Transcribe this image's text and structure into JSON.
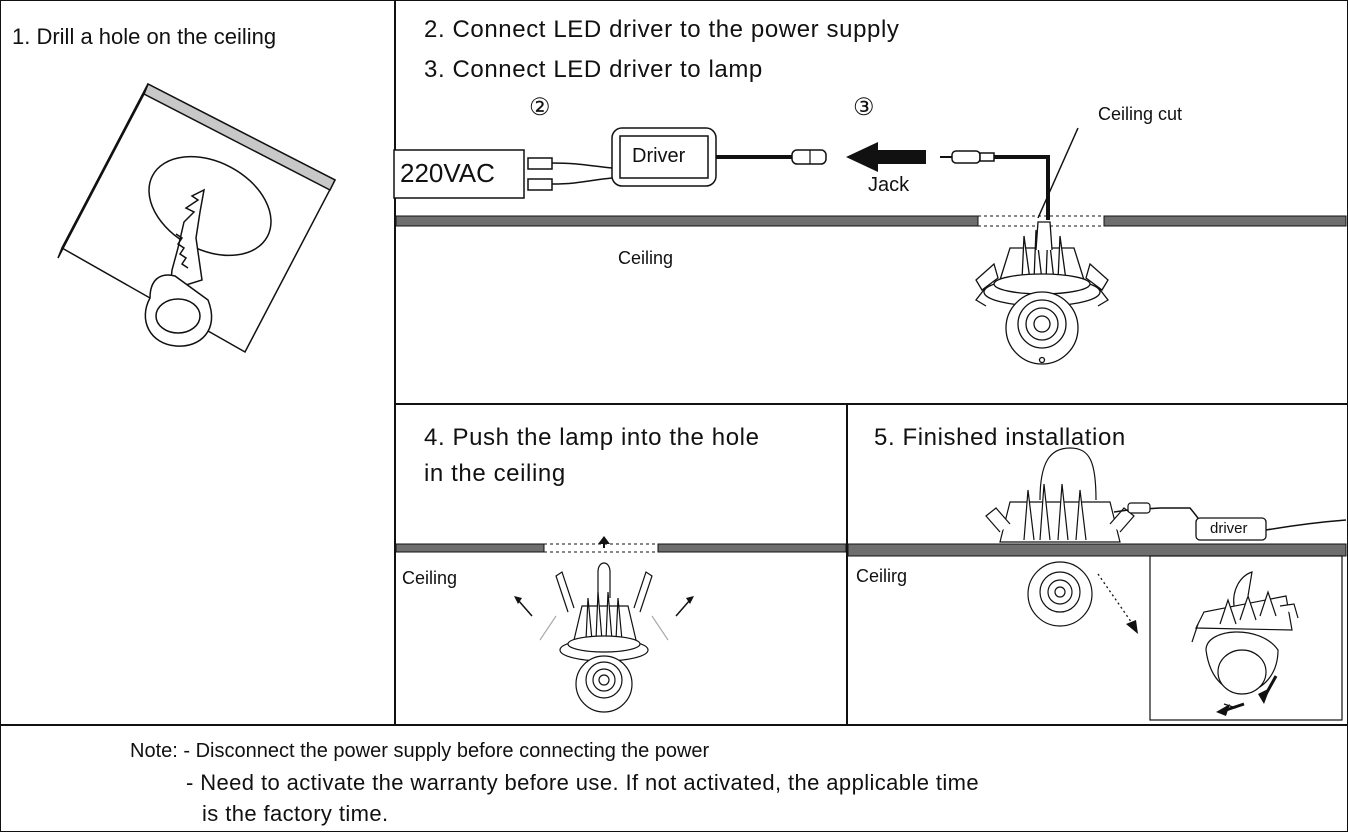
{
  "step1": {
    "title": "1. Drill a hole on the ceiling"
  },
  "step2": {
    "title": "2. Connect LED driver to the power supply",
    "marker": "②",
    "power_label": "220VAC",
    "driver_label": "Driver"
  },
  "step3": {
    "title": "3. Connect LED driver to lamp",
    "marker": "③",
    "jack_label": "Jack",
    "ceiling_cut_label": "Ceiling cut",
    "ceiling_label": "Ceiling"
  },
  "step4": {
    "title_line1": "4. Push the lamp into the hole",
    "title_line2": "in the ceiling",
    "ceiling_label": "Ceiling"
  },
  "step5": {
    "title": "5. Finished installation",
    "ceiling_label": "Ceilirg",
    "driver_label": "driver"
  },
  "note": {
    "line1": "Note: - Disconnect the power supply before connecting the power",
    "line2": "- Need to activate the warranty before use. If not activated, the applicable time",
    "line3": "is the factory time."
  },
  "colors": {
    "ceiling": "#6e6e6e",
    "line": "#111111",
    "light_gray": "#bfbfbf"
  }
}
